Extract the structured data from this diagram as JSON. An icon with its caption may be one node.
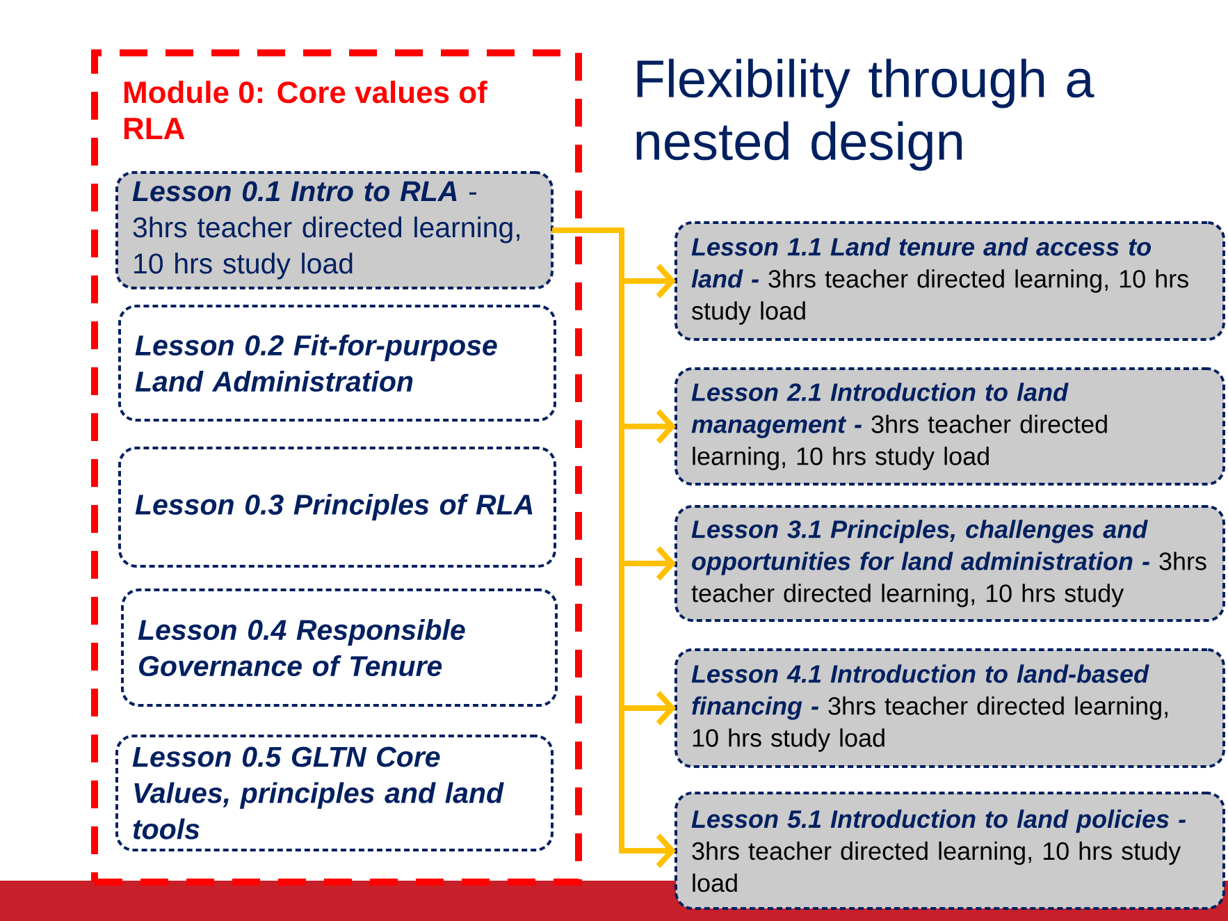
{
  "diagram": {
    "title": "Flexibility through a nested design",
    "nodes": [
      {
        "text": [
          "Module 0: Core values of RLA"
        ]
      },
      {
        "text": [
          "Lesson 0.1 Intro to RLA",
          "- 3hrs teacher directed learning, 10 hrs study load"
        ],
        "in": 0
      },
      {
        "text": [
          "Lesson 0.2 Fit-for-purpose Land Administration"
        ],
        "in": 0
      },
      {
        "text": [
          "Lesson 0.3 Principles of RLA"
        ],
        "in": 0
      },
      {
        "text": [
          "Lesson 0.4 Responsible Governance of Tenure"
        ],
        "in": 0
      },
      {
        "text": [
          "Lesson 0.5 GLTN Core Values, principles and land tools"
        ],
        "in": 0
      },
      {
        "text": [
          "Lesson 1.1 Land tenure and access to land -",
          "3hrs teacher directed learning, 10 hrs study load"
        ]
      },
      {
        "text": [
          "Lesson 2.1 Introduction to land management -",
          "3hrs teacher directed learning, 10 hrs study load"
        ]
      },
      {
        "text": [
          "Lesson 3.1 Principles, challenges and opportunities for land administration -",
          "3hrs teacher directed learning, 10 hrs study"
        ]
      },
      {
        "text": [
          "Lesson 4.1 Introduction to land-based financing -",
          "3hrs teacher directed learning, 10 hrs study load"
        ]
      },
      {
        "text": [
          "Lesson 5.1 Introduction to land policies -",
          "3hrs teacher directed learning, 10 hrs study load"
        ]
      }
    ],
    "edges": [
      {
        "from": 1,
        "to": 6,
        "arrow": "to"
      },
      {
        "from": 1,
        "to": 7,
        "arrow": "to"
      },
      {
        "from": 1,
        "to": 8,
        "arrow": "to"
      },
      {
        "from": 1,
        "to": 9,
        "arrow": "to"
      },
      {
        "from": 1,
        "to": 10,
        "arrow": "to"
      }
    ]
  }
}
